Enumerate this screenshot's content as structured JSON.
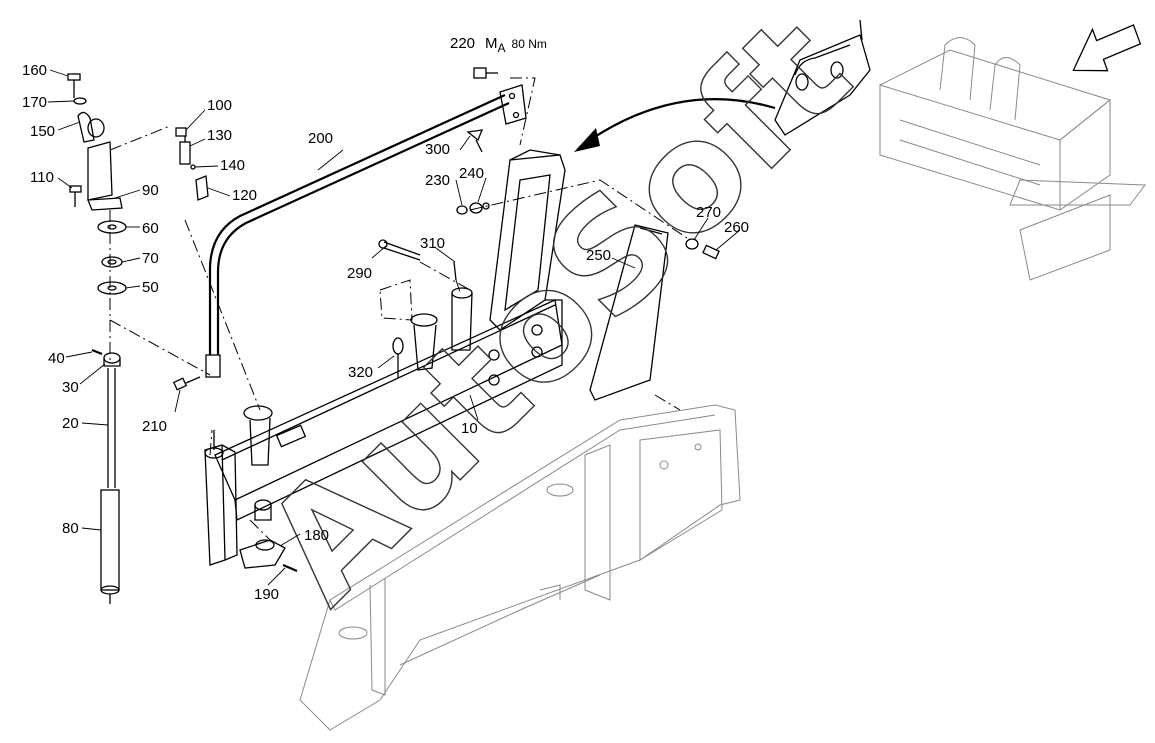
{
  "torque_note": {
    "prefix": "M",
    "sub": "A",
    "value": "80 Nm"
  },
  "labels": {
    "p10": "10",
    "p20": "20",
    "p30": "30",
    "p40": "40",
    "p50": "50",
    "p60": "60",
    "p70": "70",
    "p80": "80",
    "p90": "90",
    "p100": "100",
    "p110": "110",
    "p120": "120",
    "p130": "130",
    "p140": "140",
    "p150": "150",
    "p160": "160",
    "p170": "170",
    "p180": "180",
    "p190": "190",
    "p200": "200",
    "p210": "210",
    "p220": "220",
    "p230": "230",
    "p240": "240",
    "p250": "250",
    "p260": "260",
    "p270": "270",
    "p290": "290",
    "p300": "300",
    "p310": "310",
    "p320": "320"
  },
  "watermark": "AutoSoft",
  "colors": {
    "line": "#000000",
    "ghost": "#8a8a8a",
    "bg": "#ffffff"
  },
  "icons": {
    "direction": "arrow-icon",
    "callout": "curved-arrow-icon"
  }
}
